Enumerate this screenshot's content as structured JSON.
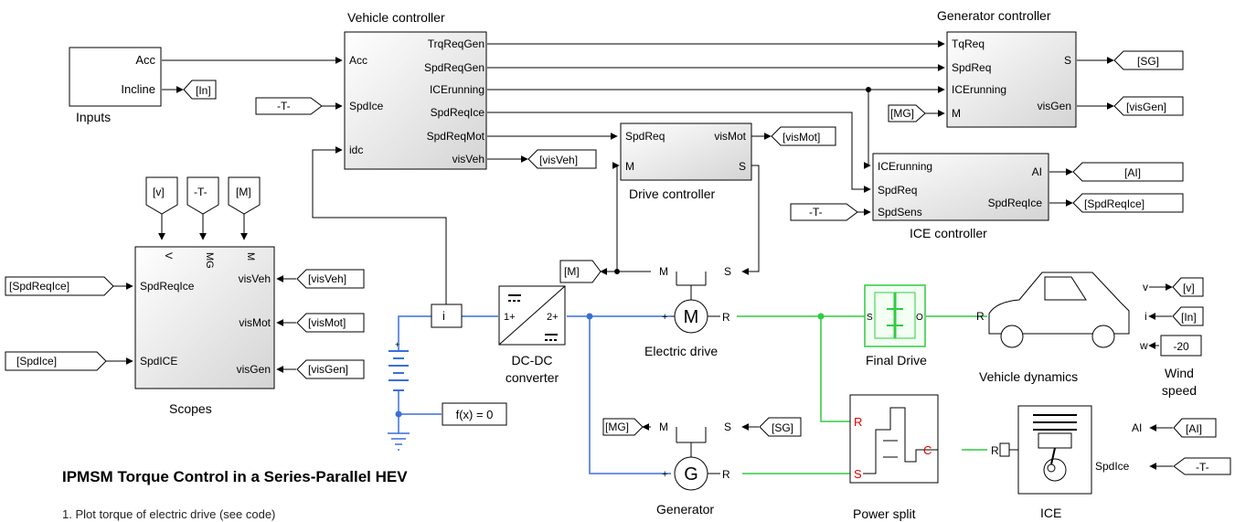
{
  "model": {
    "title": "IPMSM Torque Control in a Series-Parallel HEV",
    "note": "1. Plot torque of electric drive (see code)"
  },
  "blocks": {
    "inputs": {
      "name": "Inputs",
      "ports": [
        "Acc",
        "Incline"
      ]
    },
    "vehicle_controller": {
      "name": "Vehicle controller",
      "inports": [
        "Acc",
        "SpdIce",
        "idc"
      ],
      "outports": [
        "TrqReqGen",
        "SpdReqGen",
        "ICErunning",
        "SpdReqIce",
        "SpdReqMot",
        "visVeh"
      ]
    },
    "generator_controller": {
      "name": "Generator controller",
      "inports": [
        "TqReq",
        "SpdReq",
        "ICErunning",
        "M"
      ],
      "outports": [
        "S",
        "visGen"
      ]
    },
    "drive_controller": {
      "name": "Drive controller",
      "inports": [
        "SpdReq",
        "M"
      ],
      "outports": [
        "visMot",
        "S"
      ]
    },
    "ice_controller": {
      "name": "ICE controller",
      "inports": [
        "ICErunning",
        "SpdReq",
        "SpdSens"
      ],
      "outports": [
        "AI",
        "SpdReqIce"
      ]
    },
    "scopes": {
      "name": "Scopes",
      "top_ports": [
        "V",
        "MG",
        "M"
      ],
      "inports": [
        "SpdReqIce",
        "SpdICE"
      ],
      "outports": [
        "visVeh",
        "visMot",
        "visGen"
      ]
    },
    "dcdc": {
      "name": "DC-DC\nconverter",
      "port1": "1+",
      "port2": "2+"
    },
    "electric_drive": {
      "name": "Electric drive",
      "glyph": "M"
    },
    "generator": {
      "name": "Generator",
      "glyph": "G"
    },
    "final_drive": {
      "name": "Final Drive"
    },
    "power_split": {
      "name": "Power split"
    },
    "ice": {
      "name": "ICE"
    },
    "vehicle_dynamics": {
      "name": "Vehicle dynamics"
    },
    "wind_speed": {
      "name": "Wind\nspeed",
      "value": "-20"
    },
    "solver": {
      "label": "f(x) = 0"
    },
    "current_sensor": {
      "label": "i"
    }
  },
  "tags": {
    "in": "[In]",
    "t": "-T-",
    "sg": "[SG]",
    "visgen": "[visGen]",
    "mg": "[MG]",
    "vismot": "[visMot]",
    "visveh": "[visVeh]",
    "v": "[v]",
    "m": "[M]",
    "ai": "[AI]",
    "spdreqice": "[SpdReqIce]",
    "spdice": "[SpdIce]"
  },
  "port_letters": {
    "m": "M",
    "s": "S",
    "r": "R",
    "c": "C",
    "o": "O",
    "plus": "+",
    "v": "v",
    "i": "i",
    "w": "w",
    "ai": "AI",
    "spdice": "SpdIce"
  },
  "colors": {
    "signal": "#000000",
    "electrical": "#3a6fd8",
    "mechanical": "#2ecc40",
    "block_fill_top": "#ffffff",
    "block_fill_bottom": "#d9d9d9",
    "port_red": "#e00000"
  }
}
